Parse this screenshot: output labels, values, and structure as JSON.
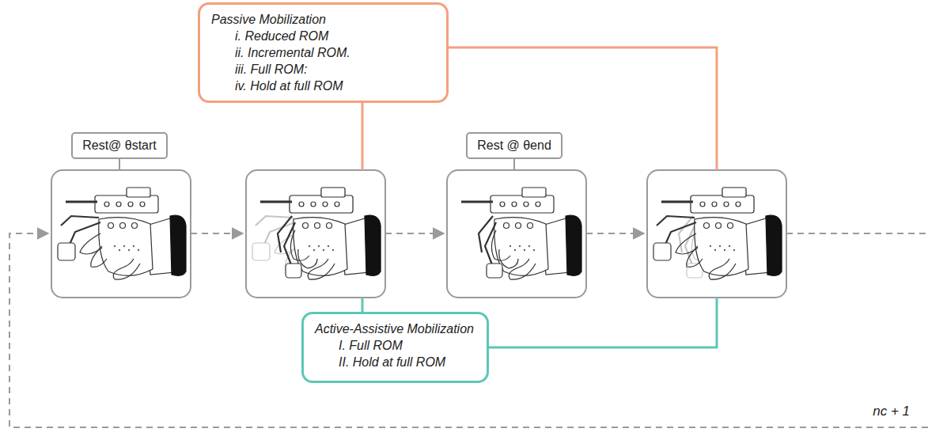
{
  "diagram": {
    "nodes": [
      {
        "text": [
          "Passive Mobilization",
          "i. Reduced ROM",
          "ii. Incremental ROM.",
          "iii. Full ROM:",
          "iv. Hold at full ROM"
        ]
      },
      {
        "text": [
          "Rest@ θstart"
        ]
      },
      {
        "text": [
          "Rest @ θend"
        ]
      },
      {
        "text": [
          "Active-Assistive Mobilization",
          "I. Full ROM",
          "II. Hold at full ROM"
        ]
      }
    ],
    "labels": [
      "nc + 1"
    ]
  }
}
